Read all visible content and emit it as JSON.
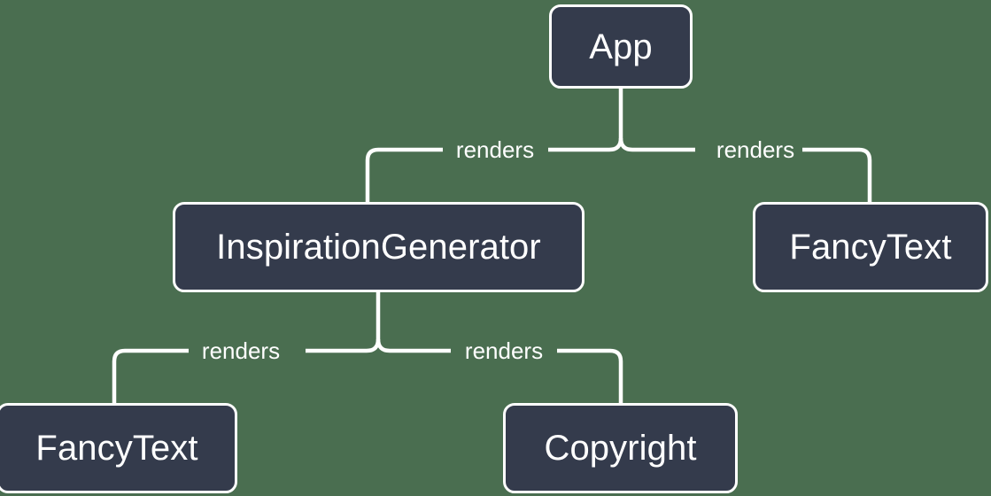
{
  "diagram": {
    "type": "component-tree",
    "background_color": "#4a6e50",
    "node_fill_color": "#343b4c",
    "node_border_color": "#ffffff",
    "edge_color": "#ffffff",
    "text_color": "#ffffff",
    "nodes": [
      {
        "id": "app",
        "label": "App"
      },
      {
        "id": "inspiration-generator",
        "label": "InspirationGenerator"
      },
      {
        "id": "fancytext-right",
        "label": "FancyText"
      },
      {
        "id": "fancytext-left",
        "label": "FancyText"
      },
      {
        "id": "copyright",
        "label": "Copyright"
      }
    ],
    "edges": [
      {
        "id": "app-inspiration",
        "from": "app",
        "to": "inspiration-generator",
        "label": "renders"
      },
      {
        "id": "app-fancytext",
        "from": "app",
        "to": "fancytext-right",
        "label": "renders"
      },
      {
        "id": "ig-fancytext",
        "from": "inspiration-generator",
        "to": "fancytext-left",
        "label": "renders"
      },
      {
        "id": "ig-copyright",
        "from": "inspiration-generator",
        "to": "copyright",
        "label": "renders"
      }
    ]
  }
}
